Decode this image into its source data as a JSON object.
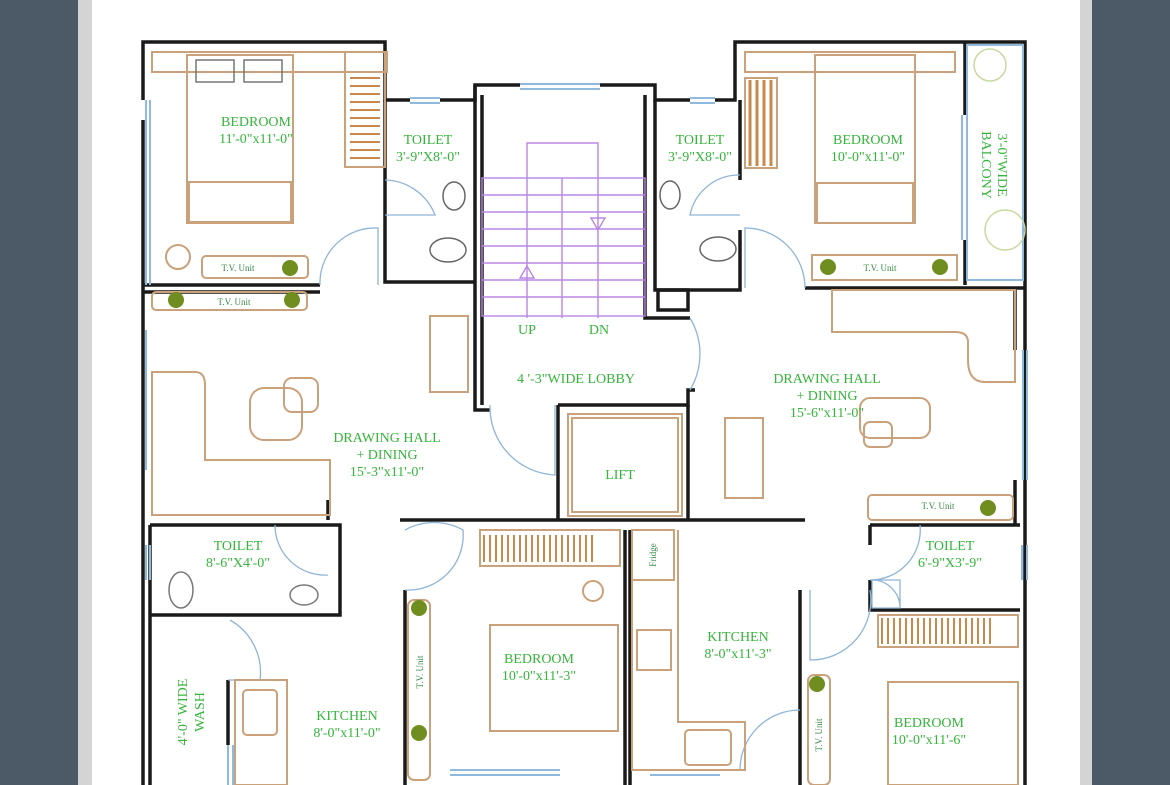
{
  "rooms": {
    "bedroom_tl": {
      "name": "BEDROOM",
      "size": "11'-0\"x11'-0\""
    },
    "toilet_tl": {
      "name": "TOILET",
      "size": "3'-9\"X8'-0\""
    },
    "toilet_tr": {
      "name": "TOILET",
      "size": "3'-9\"X8'-0\""
    },
    "bedroom_tr": {
      "name": "BEDROOM",
      "size": "10'-0\"x11'-0\""
    },
    "balcony": {
      "name": "3'-0\"WIDE",
      "name2": "BALCONY"
    },
    "lobby": {
      "name": "4 '-3\"WIDE LOBBY"
    },
    "stairs": {
      "up": "UP",
      "dn": "DN"
    },
    "drawing_left": {
      "name": "DRAWING HALL",
      "name2": "+ DINING",
      "size": "15'-3\"x11'-0\""
    },
    "drawing_right": {
      "name": "DRAWING HALL",
      "name2": "+ DINING",
      "size": "15'-6\"x11'-0\""
    },
    "lift": {
      "name": "LIFT"
    },
    "toilet_bl": {
      "name": "TOILET",
      "size": "8'-6\"X4'-0\""
    },
    "toilet_br": {
      "name": "TOILET",
      "size": "6'-9\"X3'-9\""
    },
    "wash": {
      "name": "4'-0\" WIDE",
      "name2": "WASH"
    },
    "kitchen_left": {
      "name": "KITCHEN",
      "size": "8'-0\"x11'-0\""
    },
    "bedroom_bm": {
      "name": "BEDROOM",
      "size": "10'-0\"x11'-3\""
    },
    "kitchen_right": {
      "name": "KITCHEN",
      "size": "8'-0\"x11'-3\""
    },
    "bedroom_br": {
      "name": "BEDROOM",
      "size": "10'-0\"x11'-6\""
    }
  },
  "fixtures": {
    "tv_unit": "T.V. Unit",
    "fridge": "Fridge"
  },
  "colors": {
    "label": "#35b53a",
    "wall": "#1a1a1a",
    "furniture": "#c9a27c",
    "stairs": "#b887e6",
    "window": "#8fb9dd",
    "side": "#4c5966"
  }
}
